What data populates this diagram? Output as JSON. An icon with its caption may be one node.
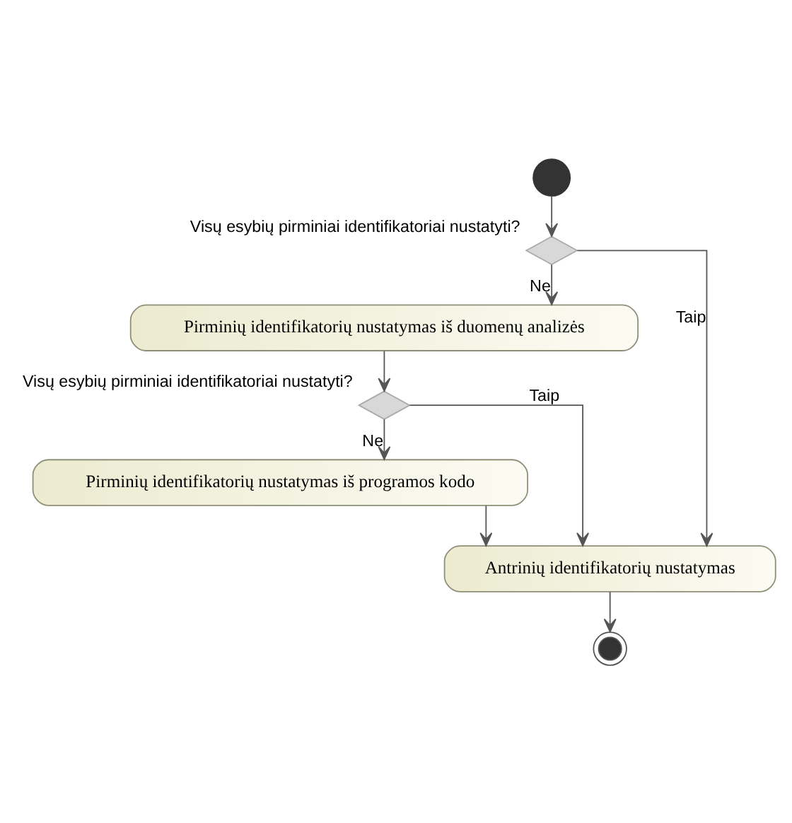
{
  "diagram": {
    "nodes": [
      {
        "text": [],
        "shape": "circle"
      },
      {
        "text": [],
        "shape": "diamond",
        "beside": [
          "Visų esybių pirminiai identifikatoriai nustatyti?"
        ]
      },
      {
        "text": [
          "Pirminių identifikatorių nustatymas iš duomenų analizės"
        ]
      },
      {
        "text": [],
        "shape": "diamond",
        "beside": [
          "Visų esybių pirminiai identifikatoriai nustatyti?"
        ]
      },
      {
        "text": [
          "Pirminių identifikatorių nustatymas iš programos kodo"
        ]
      },
      {
        "text": [
          "Antrinių identifikatorių nustatymas"
        ]
      },
      {
        "text": [],
        "shape": "circle"
      }
    ],
    "edges": [
      {
        "from": 0,
        "to": 1,
        "arrow": "to"
      },
      {
        "from": 1,
        "to": 2,
        "arrow": "to",
        "label": "Ne"
      },
      {
        "from": 1,
        "to": 5,
        "arrow": "to",
        "label": "Taip"
      },
      {
        "from": 2,
        "to": 3,
        "arrow": "to"
      },
      {
        "from": 3,
        "to": 4,
        "arrow": "to",
        "label": "Ne"
      },
      {
        "from": 3,
        "to": 5,
        "arrow": "to",
        "label": "Taip"
      },
      {
        "from": 4,
        "to": 5,
        "arrow": "to"
      },
      {
        "from": 5,
        "to": 6,
        "arrow": "to"
      }
    ]
  }
}
